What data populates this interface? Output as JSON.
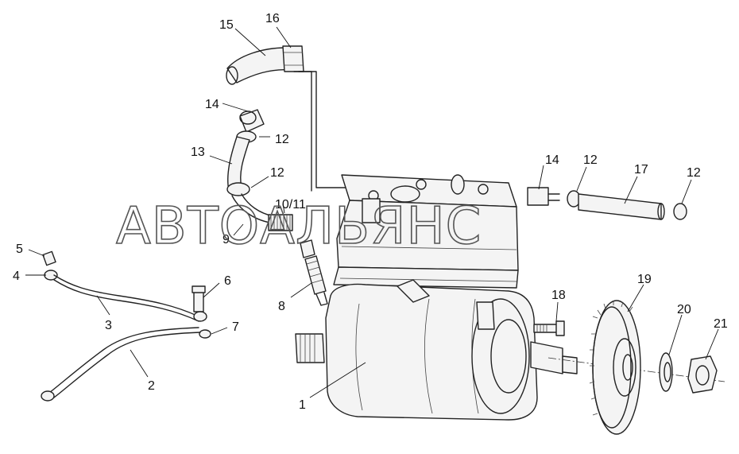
{
  "watermark": "АВТОАЛЬЯНС",
  "callouts": {
    "c1": "1",
    "c2": "2",
    "c3": "3",
    "c4": "4",
    "c5": "5",
    "c6": "6",
    "c7": "7",
    "c8": "8",
    "c9": "9",
    "c10_11": "10/11",
    "c12a": "12",
    "c12b": "12",
    "c12c": "12",
    "c12d": "12",
    "c13": "13",
    "c14a": "14",
    "c14b": "14",
    "c15": "15",
    "c16": "16",
    "c17": "17",
    "c18": "18",
    "c19": "19",
    "c20": "20",
    "c21": "21"
  }
}
